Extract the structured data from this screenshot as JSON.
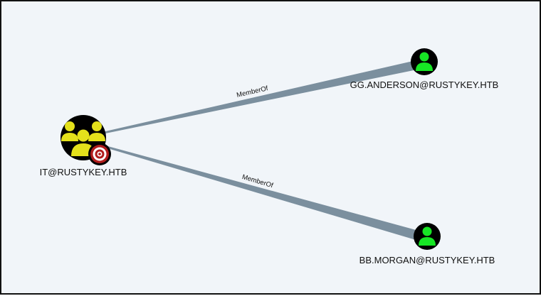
{
  "graph": {
    "nodes": [
      {
        "id": "it",
        "label": "IT@RUSTYKEY.HTB",
        "kind": "group",
        "icon": "group-icon",
        "highlighted_target": true,
        "color": "#e4e11b"
      },
      {
        "id": "gg",
        "label": "GG.ANDERSON@RUSTYKEY.HTB",
        "kind": "user",
        "icon": "user-icon",
        "color": "#17e625"
      },
      {
        "id": "bb",
        "label": "BB.MORGAN@RUSTYKEY.HTB",
        "kind": "user",
        "icon": "user-icon",
        "color": "#17e625"
      }
    ],
    "edges": [
      {
        "from": "gg",
        "to": "it",
        "label": "MemberOf"
      },
      {
        "from": "bb",
        "to": "it",
        "label": "MemberOf"
      }
    ],
    "colors": {
      "background": "#f1f5f9",
      "edge": "#7b8f9e",
      "node_fill": "#000000",
      "target_ring": "#b01c1c"
    }
  }
}
